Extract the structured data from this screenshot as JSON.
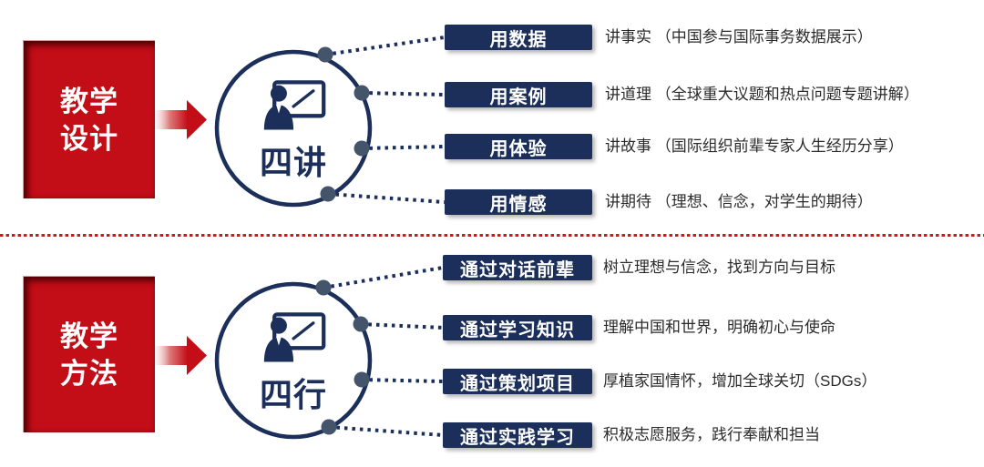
{
  "title": "教学设计与教学方法示意图",
  "colors": {
    "navy": "#1b2f5a",
    "red": "#c30d17",
    "red_dark": "#470003",
    "node_dot": "#44546a",
    "desc_text": "#2b2b2b",
    "divider_red": "#d5161e",
    "tag_text": "#ffffff"
  },
  "icons": {
    "hub": "presenter-at-whiteboard-icon",
    "connector": "arrow-right-icon"
  },
  "sections": [
    {
      "id": "teaching-design",
      "label_lines": [
        "教学",
        "设计"
      ],
      "hub_label": "四讲",
      "items": [
        {
          "tag": "用数据",
          "desc": "讲事实 （中国参与国际事务数据展示）"
        },
        {
          "tag": "用案例",
          "desc": "讲道理 （全球重大议题和热点问题专题讲解）"
        },
        {
          "tag": "用体验",
          "desc": "讲故事 （国际组织前辈专家人生经历分享）"
        },
        {
          "tag": "用情感",
          "desc": "讲期待 （理想、信念，对学生的期待）"
        }
      ]
    },
    {
      "id": "teaching-method",
      "label_lines": [
        "教学",
        "方法"
      ],
      "hub_label": "四行",
      "items": [
        {
          "tag": "通过对话前辈",
          "desc": "树立理想与信念，找到方向与目标"
        },
        {
          "tag": "通过学习知识",
          "desc": "理解中国和世界，明确初心与使命"
        },
        {
          "tag": "通过策划项目",
          "desc": "厚植家国情怀，增加全球关切（SDGs）"
        },
        {
          "tag": "通过实践学习",
          "desc": "积极志愿服务，践行奉献和担当"
        }
      ]
    }
  ]
}
